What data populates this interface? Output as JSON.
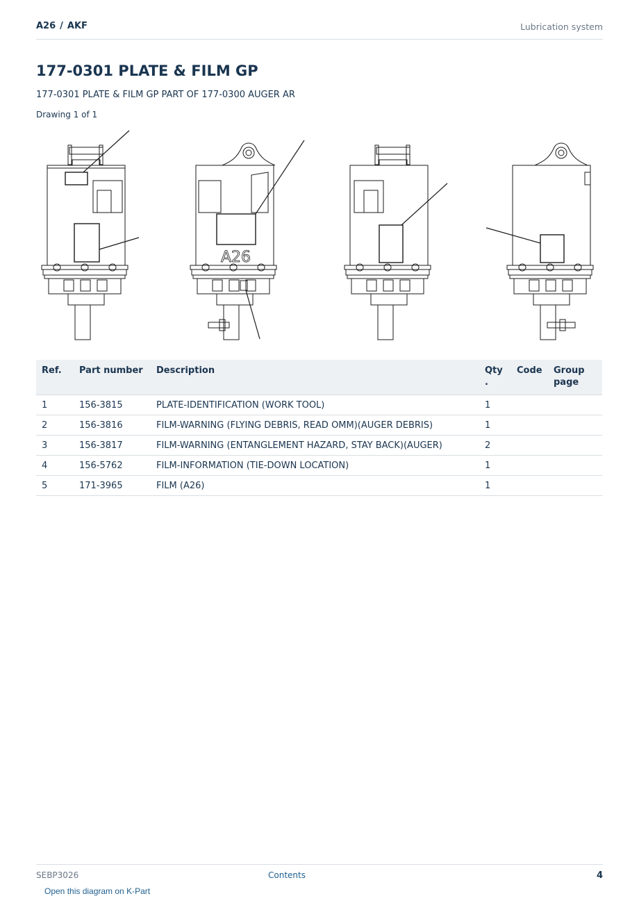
{
  "header": {
    "crumb_model": "A26",
    "crumb_sep": "/",
    "crumb_series": "AKF",
    "section": "Lubrication system"
  },
  "title": "177-0301 PLATE & FILM GP",
  "subtitle": "177-0301 PLATE & FILM GP PART OF 177-0300 AUGER AR",
  "drawing_count": "Drawing 1 of 1",
  "diagram": {
    "model_mark": "A26"
  },
  "table": {
    "headers": {
      "ref": "Ref.",
      "part_number": "Part number",
      "description": "Description",
      "qty": "Qty .",
      "code": "Code",
      "group_page": "Group page"
    },
    "rows": [
      {
        "ref": "1",
        "part_number": "156-3815",
        "description": "PLATE-IDENTIFICATION (WORK TOOL)",
        "qty": "1",
        "code": "",
        "group_page": ""
      },
      {
        "ref": "2",
        "part_number": "156-3816",
        "description": "FILM-WARNING (FLYING DEBRIS, READ OMM)(AUGER DEBRIS)",
        "qty": "1",
        "code": "",
        "group_page": ""
      },
      {
        "ref": "3",
        "part_number": "156-3817",
        "description": "FILM-WARNING (ENTANGLEMENT HAZARD, STAY BACK)(AUGER)",
        "qty": "2",
        "code": "",
        "group_page": ""
      },
      {
        "ref": "4",
        "part_number": "156-5762",
        "description": "FILM-INFORMATION (TIE-DOWN LOCATION)",
        "qty": "1",
        "code": "",
        "group_page": ""
      },
      {
        "ref": "5",
        "part_number": "171-3965",
        "description": "FILM (A26)",
        "qty": "1",
        "code": "",
        "group_page": ""
      }
    ]
  },
  "footer": {
    "doc_id": "SEBP3026",
    "contents_link": "Contents",
    "page_number": "4"
  },
  "kpart_link": "Open this diagram on K-Part"
}
